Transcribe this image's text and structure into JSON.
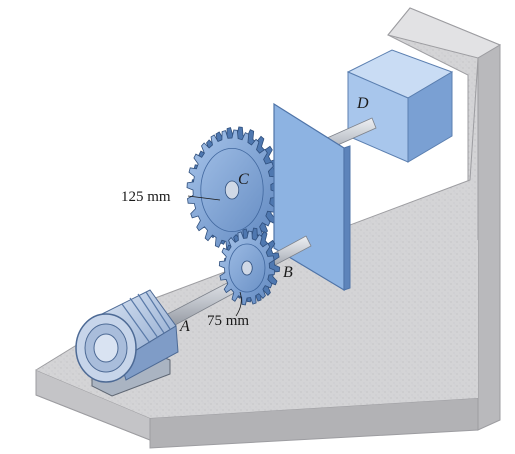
{
  "labels": {
    "motor": "A",
    "gear_small": "B",
    "gear_large": "C",
    "box": "D",
    "dim_large": "125 mm",
    "dim_small": "75 mm"
  },
  "colors": {
    "concrete": "#d2d2d4",
    "concrete_dark": "#b7b7ba",
    "gear": "#7fa6d6",
    "plate": "#8db3e2",
    "box": "#a9c8ee",
    "motor": "#9fb8da",
    "shaft": "#c9ccd2"
  }
}
